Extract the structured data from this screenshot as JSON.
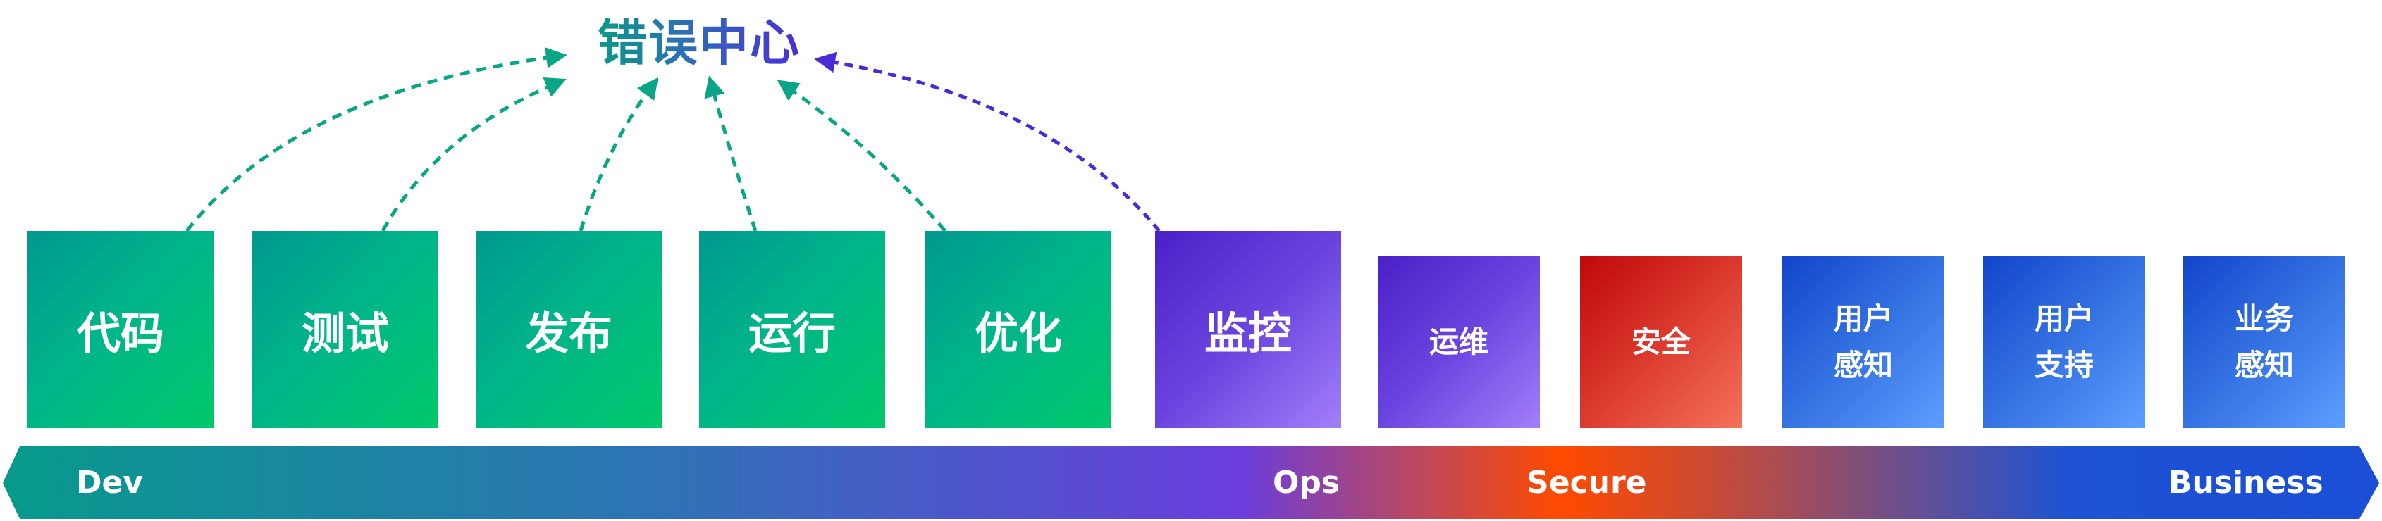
{
  "title": "错误中心",
  "stages": [
    {
      "label": "代码",
      "color": "green"
    },
    {
      "label": "测试",
      "color": "green"
    },
    {
      "label": "发布",
      "color": "green"
    },
    {
      "label": "运行",
      "color": "green"
    },
    {
      "label": "优化",
      "color": "green"
    },
    {
      "label": "监控",
      "color": "purple"
    },
    {
      "label": "运维",
      "color": "purple"
    },
    {
      "label": "安全",
      "color": "red"
    },
    {
      "label": "用户\n感知",
      "color": "blue"
    },
    {
      "label": "用户\n支持",
      "color": "blue"
    },
    {
      "label": "业务\n感知",
      "color": "blue"
    }
  ],
  "band": {
    "dev": "Dev",
    "ops": "Ops",
    "secure": "Secure",
    "business": "Business"
  },
  "colors": {
    "arrow_green": "#0aa586",
    "arrow_purple": "#4b2bd6"
  }
}
